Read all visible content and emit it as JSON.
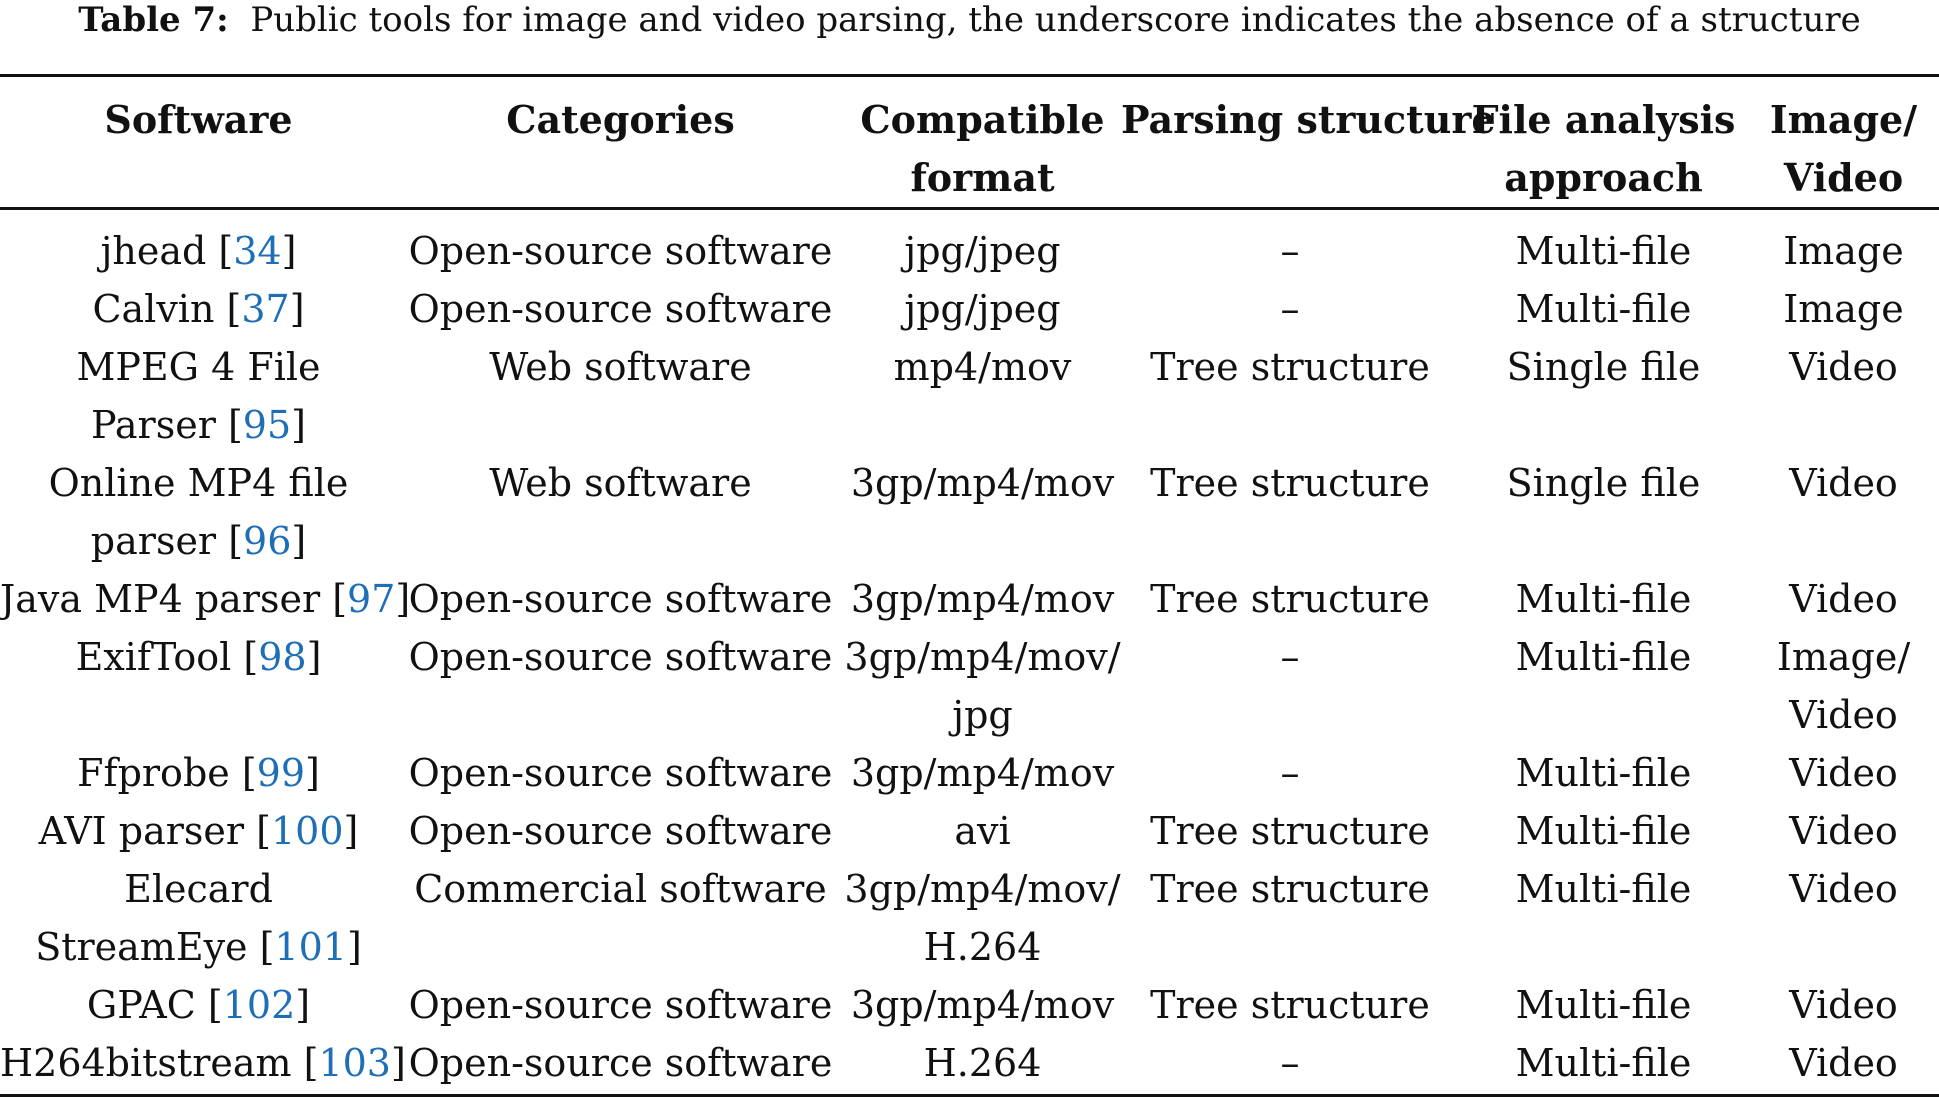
{
  "caption": {
    "label": "Table 7:",
    "text": "Public tools for image and video parsing, the underscore indicates the absence of a structure"
  },
  "headers": [
    [
      "Software"
    ],
    [
      "Categories"
    ],
    [
      "Compatible",
      "format"
    ],
    [
      "Parsing structure"
    ],
    [
      "File analysis",
      "approach"
    ],
    [
      "Image/",
      "Video"
    ]
  ],
  "rows": [
    {
      "software": [
        {
          "text": "jhead ",
          "ref": "34"
        }
      ],
      "category": [
        "Open-source software"
      ],
      "format": [
        "jpg/jpeg"
      ],
      "structure": [
        "–"
      ],
      "approach": [
        "Multi-file"
      ],
      "media": [
        "Image"
      ]
    },
    {
      "software": [
        {
          "text": "Calvin ",
          "ref": "37"
        }
      ],
      "category": [
        "Open-source software"
      ],
      "format": [
        "jpg/jpeg"
      ],
      "structure": [
        "–"
      ],
      "approach": [
        "Multi-file"
      ],
      "media": [
        "Image"
      ]
    },
    {
      "software": [
        {
          "text": "MPEG 4 File",
          "ref": ""
        },
        {
          "text": "Parser ",
          "ref": "95"
        }
      ],
      "category": [
        "Web software"
      ],
      "format": [
        "mp4/mov"
      ],
      "structure": [
        "Tree structure"
      ],
      "approach": [
        "Single file"
      ],
      "media": [
        "Video"
      ]
    },
    {
      "software": [
        {
          "text": "Online MP4 file",
          "ref": ""
        },
        {
          "text": "parser ",
          "ref": "96"
        }
      ],
      "category": [
        "Web software"
      ],
      "format": [
        "3gp/mp4/mov"
      ],
      "structure": [
        "Tree structure"
      ],
      "approach": [
        "Single file"
      ],
      "media": [
        "Video"
      ]
    },
    {
      "software": [
        {
          "text": "Java MP4 parser ",
          "ref": "97"
        }
      ],
      "category": [
        "Open-source software"
      ],
      "format": [
        "3gp/mp4/mov"
      ],
      "structure": [
        "Tree structure"
      ],
      "approach": [
        "Multi-file"
      ],
      "media": [
        "Video"
      ]
    },
    {
      "software": [
        {
          "text": "ExifTool ",
          "ref": "98"
        }
      ],
      "category": [
        "Open-source software"
      ],
      "format": [
        "3gp/mp4/mov/",
        "jpg"
      ],
      "structure": [
        "–"
      ],
      "approach": [
        "Multi-file"
      ],
      "media": [
        "Image/",
        "Video"
      ]
    },
    {
      "software": [
        {
          "text": "Ffprobe ",
          "ref": "99"
        }
      ],
      "category": [
        "Open-source software"
      ],
      "format": [
        "3gp/mp4/mov"
      ],
      "structure": [
        "–"
      ],
      "approach": [
        "Multi-file"
      ],
      "media": [
        "Video"
      ]
    },
    {
      "software": [
        {
          "text": "AVI parser ",
          "ref": "100"
        }
      ],
      "category": [
        "Open-source software"
      ],
      "format": [
        "avi"
      ],
      "structure": [
        "Tree structure"
      ],
      "approach": [
        "Multi-file"
      ],
      "media": [
        "Video"
      ]
    },
    {
      "software": [
        {
          "text": "Elecard",
          "ref": ""
        },
        {
          "text": "StreamEye ",
          "ref": "101"
        }
      ],
      "category": [
        "Commercial software"
      ],
      "format": [
        "3gp/mp4/mov/",
        "H.264"
      ],
      "structure": [
        "Tree structure"
      ],
      "approach": [
        "Multi-file"
      ],
      "media": [
        "Video"
      ]
    },
    {
      "software": [
        {
          "text": "GPAC ",
          "ref": "102"
        }
      ],
      "category": [
        "Open-source software"
      ],
      "format": [
        "3gp/mp4/mov"
      ],
      "structure": [
        "Tree structure"
      ],
      "approach": [
        "Multi-file"
      ],
      "media": [
        "Video"
      ]
    },
    {
      "software": [
        {
          "text": "H264bitstream ",
          "ref": "103"
        }
      ],
      "category": [
        "Open-source software"
      ],
      "format": [
        "H.264"
      ],
      "structure": [
        "–"
      ],
      "approach": [
        "Multi-file"
      ],
      "media": [
        "Video"
      ]
    }
  ],
  "colors": {
    "text": "#111111",
    "reference_link": "#1f6fb7"
  }
}
